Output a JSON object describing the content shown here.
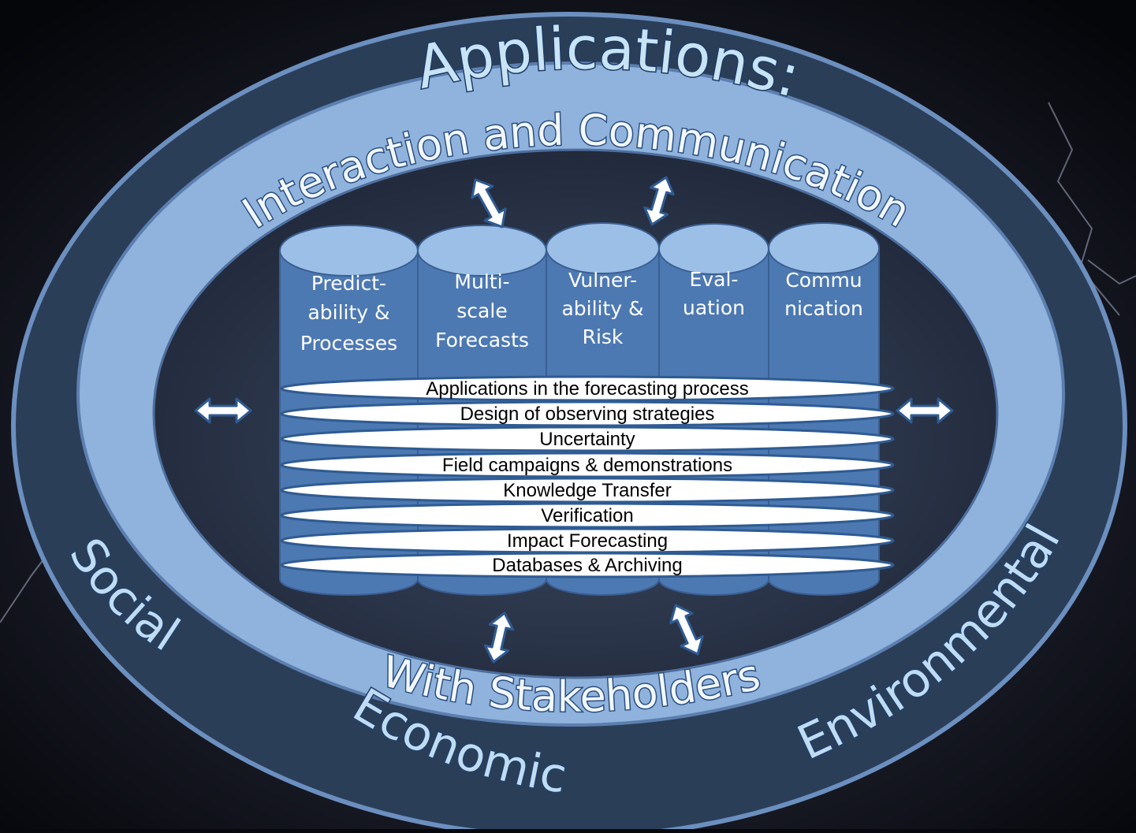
{
  "ring_text": {
    "top": "Applications:",
    "upper": "Interaction and Communication",
    "lower": "With Stakeholders"
  },
  "outer_text": {
    "social": "Social",
    "economic": "Economic",
    "environmental": "Environmental"
  },
  "columns": [
    {
      "lines": [
        "Predict-",
        "ability  &",
        "Processes"
      ]
    },
    {
      "lines": [
        "Multi-",
        "scale",
        "Forecasts"
      ]
    },
    {
      "lines": [
        "Vulner-",
        "ability &",
        "Risk"
      ]
    },
    {
      "lines": [
        "Eval-",
        "uation"
      ]
    },
    {
      "lines": [
        "Commu",
        "nication"
      ]
    }
  ],
  "bands": [
    "Applications in the forecasting process",
    "Design of observing strategies",
    "Uncertainty",
    "Field campaigns & demonstrations",
    "Knowledge Transfer",
    "Verification",
    "Impact Forecasting",
    "Databases & Archiving"
  ],
  "colors": {
    "background": "#07080d",
    "outer_ring": "#2b3e58",
    "light_ring": "#8fb3dc",
    "inner_dark": "#263249",
    "column_fill": "#4d79b3",
    "column_top": "#9bbfe6",
    "band_fill": "#ffffff",
    "arrow_fill": "#ffffff",
    "arrow_stroke": "#2f5b92"
  }
}
